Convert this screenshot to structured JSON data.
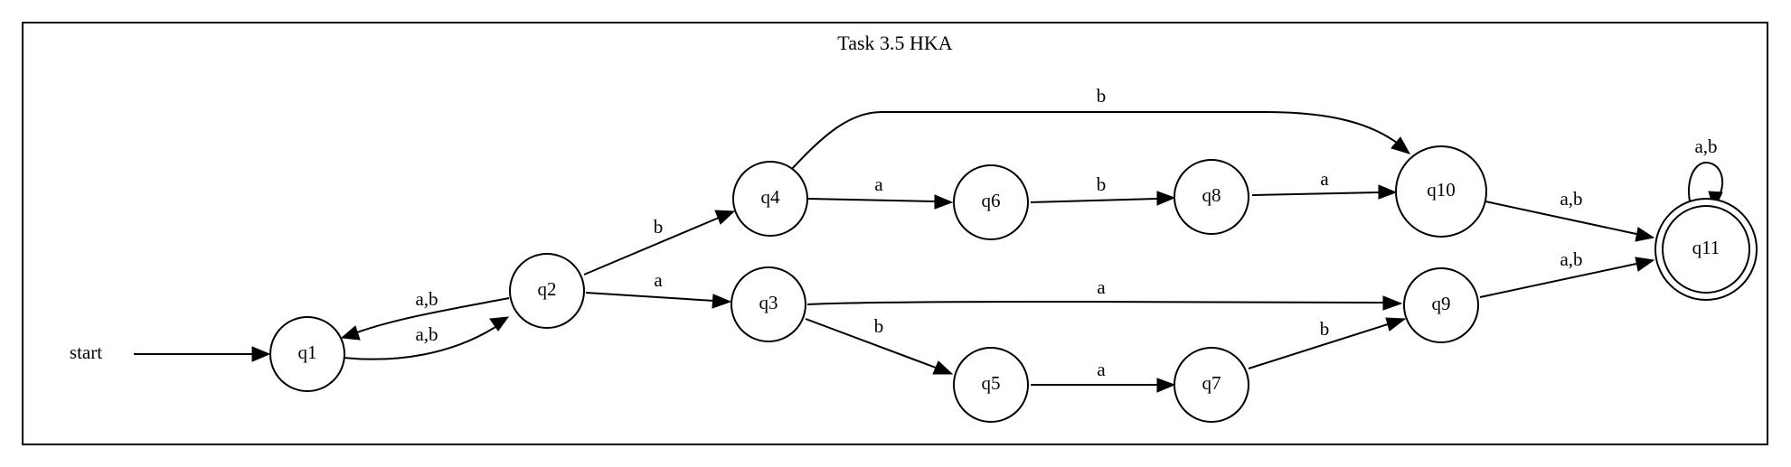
{
  "title": "Task 3.5 HKA",
  "start_label": "start",
  "states": [
    {
      "id": "q1",
      "label": "q1",
      "accepting": false
    },
    {
      "id": "q2",
      "label": "q2",
      "accepting": false
    },
    {
      "id": "q3",
      "label": "q3",
      "accepting": false
    },
    {
      "id": "q4",
      "label": "q4",
      "accepting": false
    },
    {
      "id": "q5",
      "label": "q5",
      "accepting": false
    },
    {
      "id": "q6",
      "label": "q6",
      "accepting": false
    },
    {
      "id": "q7",
      "label": "q7",
      "accepting": false
    },
    {
      "id": "q8",
      "label": "q8",
      "accepting": false
    },
    {
      "id": "q9",
      "label": "q9",
      "accepting": false
    },
    {
      "id": "q10",
      "label": "q10",
      "accepting": false
    },
    {
      "id": "q11",
      "label": "q11",
      "accepting": true
    }
  ],
  "transitions": [
    {
      "from": "q1",
      "to": "q2",
      "label": "a,b"
    },
    {
      "from": "q2",
      "to": "q1",
      "label": "a,b"
    },
    {
      "from": "q2",
      "to": "q4",
      "label": "b"
    },
    {
      "from": "q2",
      "to": "q3",
      "label": "a"
    },
    {
      "from": "q4",
      "to": "q6",
      "label": "a"
    },
    {
      "from": "q4",
      "to": "q10",
      "label": "b"
    },
    {
      "from": "q6",
      "to": "q8",
      "label": "b"
    },
    {
      "from": "q8",
      "to": "q10",
      "label": "a"
    },
    {
      "from": "q10",
      "to": "q11",
      "label": "a,b"
    },
    {
      "from": "q3",
      "to": "q9",
      "label": "a"
    },
    {
      "from": "q3",
      "to": "q5",
      "label": "b"
    },
    {
      "from": "q5",
      "to": "q7",
      "label": "a"
    },
    {
      "from": "q7",
      "to": "q9",
      "label": "b"
    },
    {
      "from": "q9",
      "to": "q11",
      "label": "a,b"
    },
    {
      "from": "q11",
      "to": "q11",
      "label": "a,b"
    }
  ]
}
